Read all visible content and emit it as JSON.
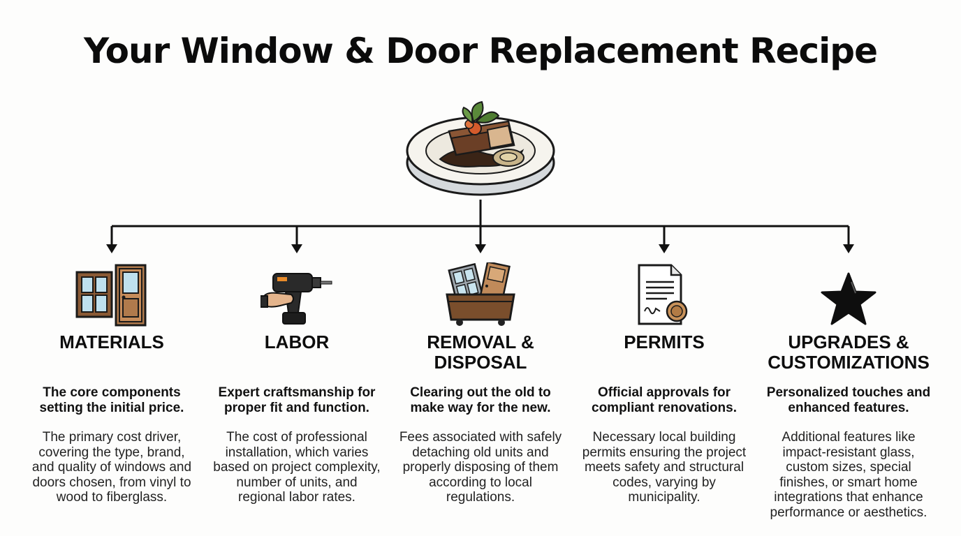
{
  "title": "Your Window & Door Replacement Recipe",
  "hub": {
    "icon": "plated-dish-icon"
  },
  "columns": [
    {
      "icon": "window-door-icon",
      "heading": "MATERIALS",
      "tagline": "The core components setting the initial price.",
      "description": "The primary cost driver, covering the type, brand, and quality of windows and doors chosen, from vinyl to wood to fiberglass."
    },
    {
      "icon": "power-drill-icon",
      "heading": "LABOR",
      "tagline": "Expert craftsmanship for proper fit and function.",
      "description": "The cost of professional installation, which varies based on project complexity, number of units, and regional labor rates."
    },
    {
      "icon": "dumpster-icon",
      "heading": "REMOVAL & DISPOSAL",
      "tagline": "Clearing out the old to make way for the new.",
      "description": "Fees associated with safely detaching old units and properly disposing of them according to local regulations."
    },
    {
      "icon": "permit-document-icon",
      "heading": "PERMITS",
      "tagline": "Official approvals for compliant renovations.",
      "description": "Necessary local building permits ensuring the project meets safety and structural codes, varying by municipality."
    },
    {
      "icon": "star-icon",
      "heading": "UPGRADES & CUSTOMIZATIONS",
      "tagline": "Personalized touches and enhanced features.",
      "description": "Additional features like impact-resistant glass, custom sizes, special finishes, or smart home integrations that enhance performance or aesthetics."
    }
  ]
}
